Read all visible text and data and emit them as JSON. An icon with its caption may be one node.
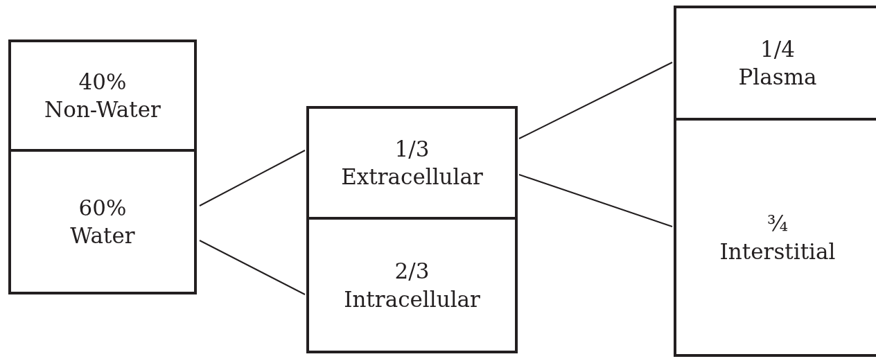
{
  "diagram": {
    "nodes": [
      {
        "text": [
          "40%",
          "Non-Water"
        ]
      },
      {
        "text": [
          "60%",
          "Water"
        ]
      },
      {
        "text": [
          "1/3",
          "Extracellular"
        ]
      },
      {
        "text": [
          "2/3",
          "Intracellular"
        ]
      },
      {
        "text": [
          "1/4",
          "Plasma"
        ]
      },
      {
        "text": [
          "¾",
          "Interstitial"
        ]
      }
    ],
    "edges": [
      {
        "from": 1,
        "to": 2,
        "arrow": "none"
      },
      {
        "from": 1,
        "to": 3,
        "arrow": "none"
      },
      {
        "from": 2,
        "to": 4,
        "arrow": "none"
      },
      {
        "from": 2,
        "to": 5,
        "arrow": "none"
      }
    ]
  }
}
